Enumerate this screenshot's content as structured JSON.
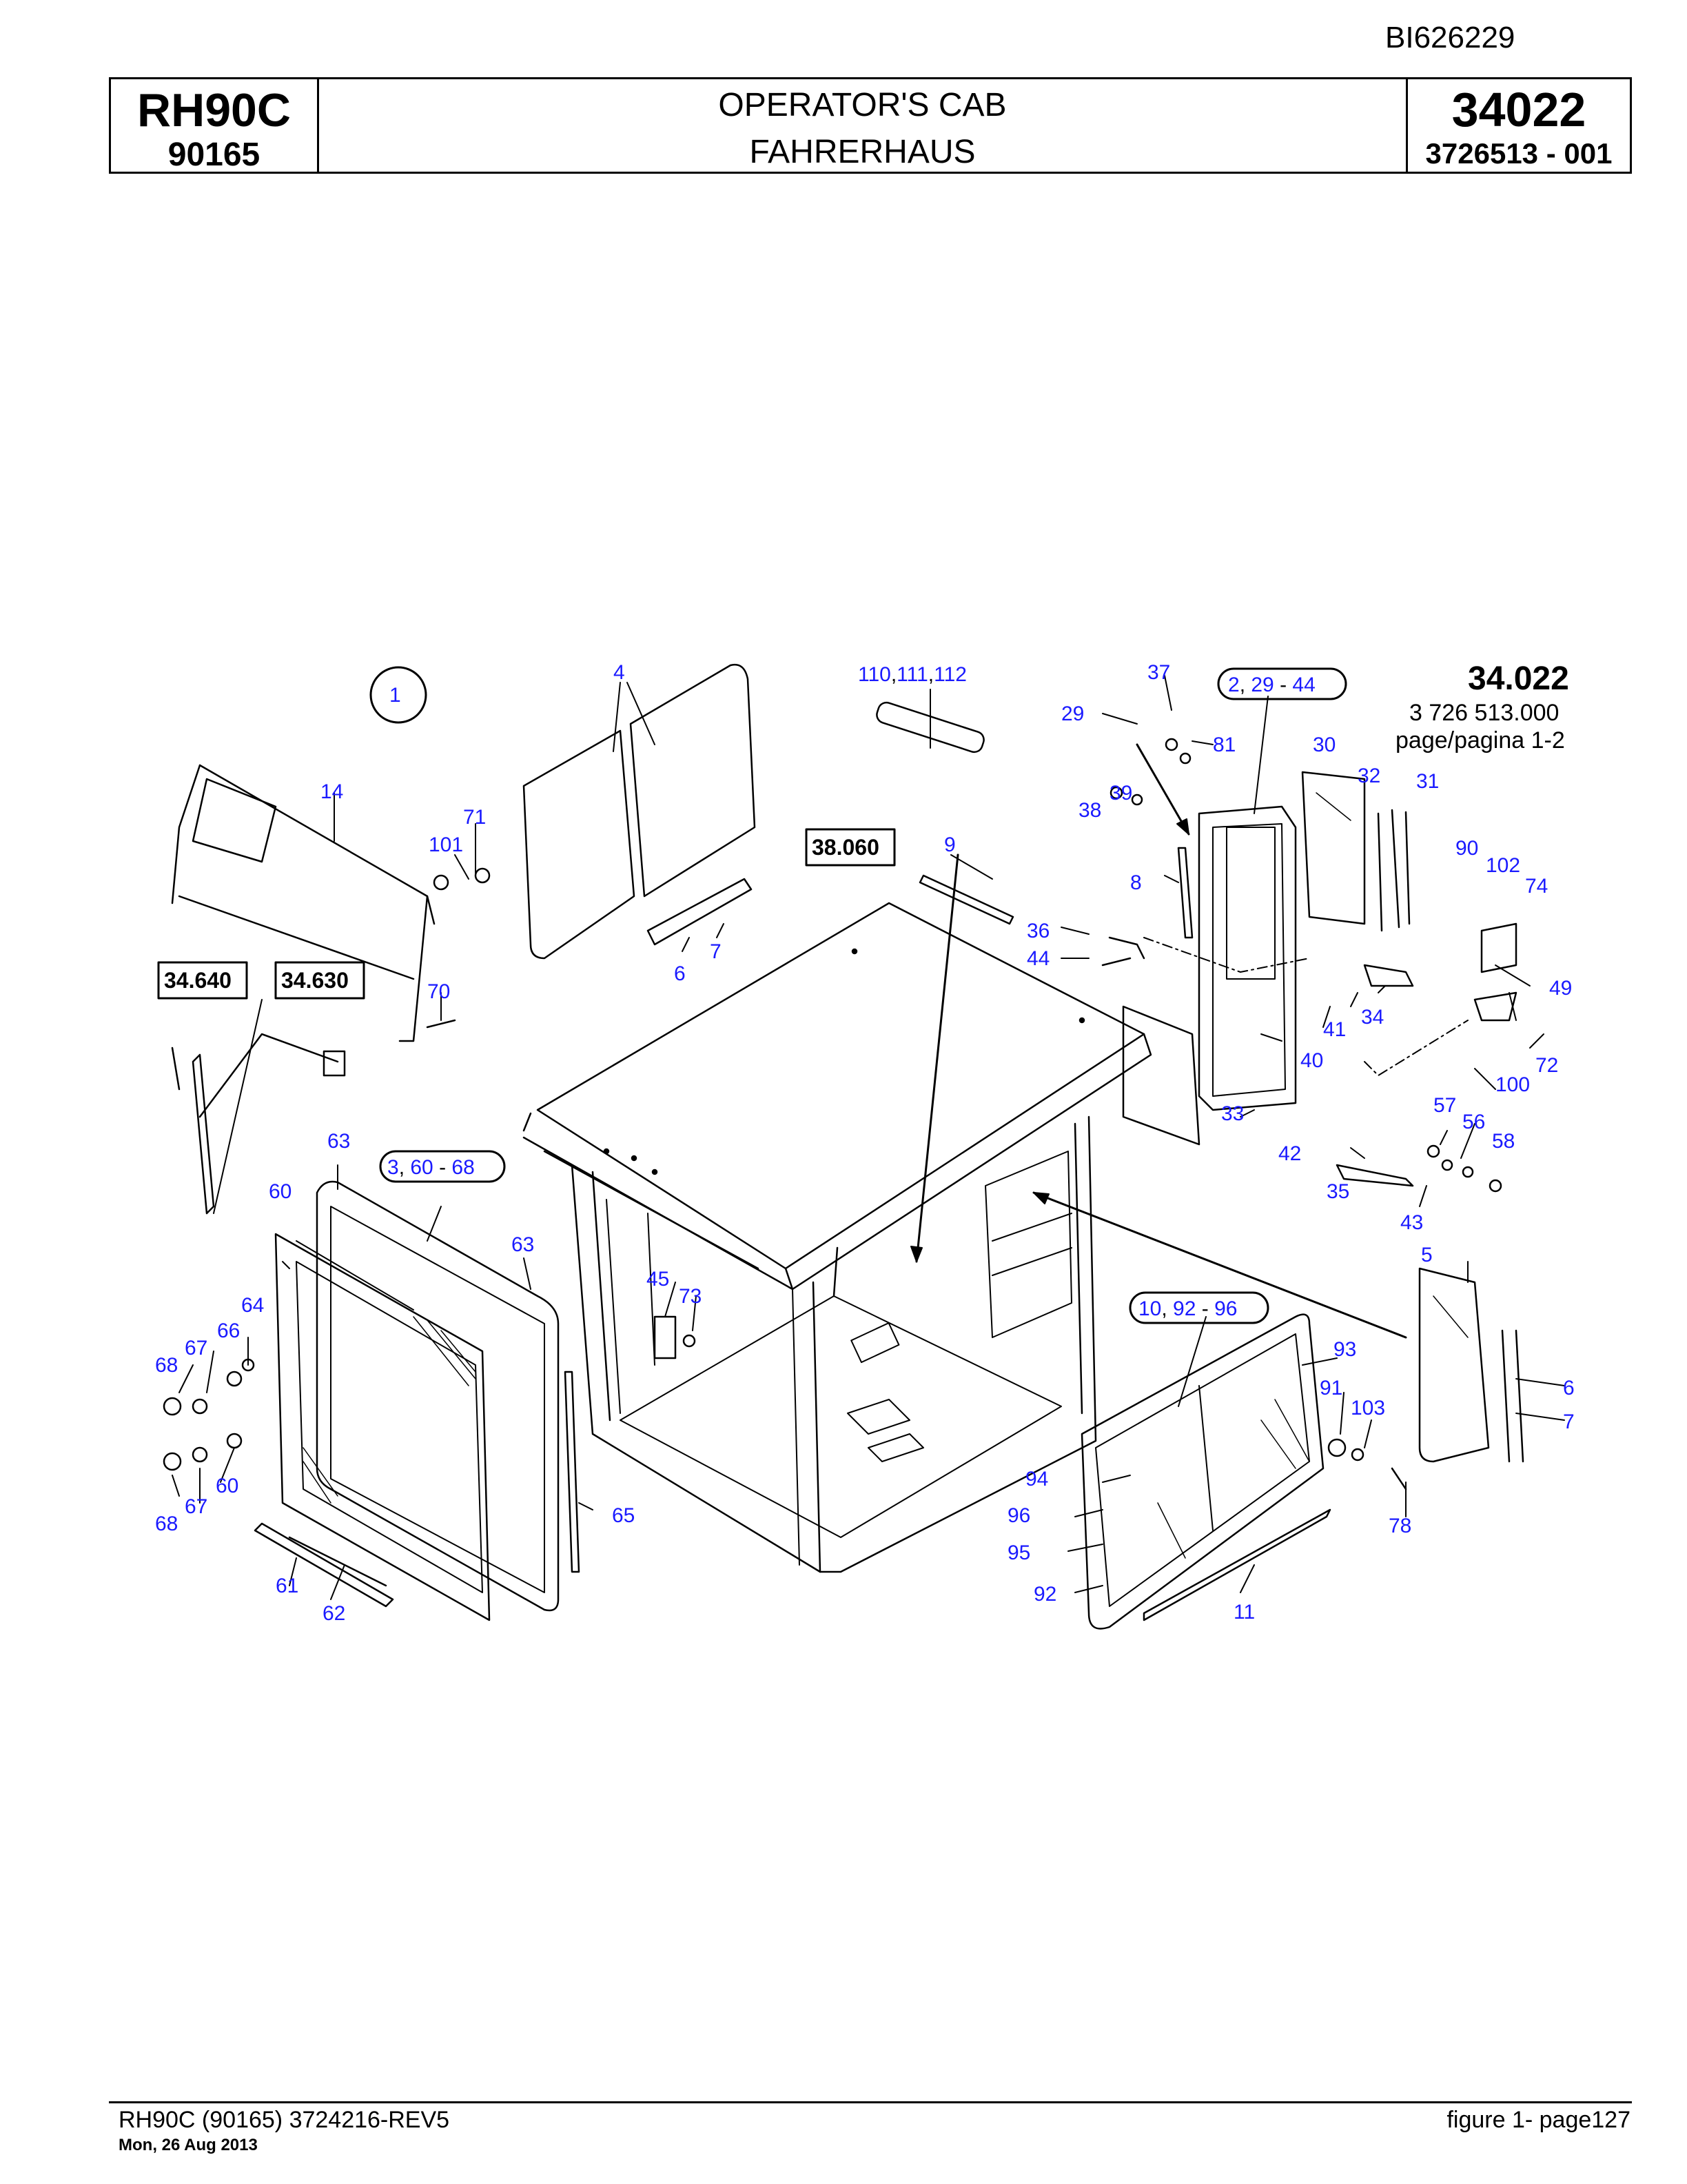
{
  "doc_id": "BI626229",
  "header": {
    "model_name": "RH90C",
    "model_number": "90165",
    "title_en": "OPERATOR'S CAB",
    "title_de": "FAHRERHAUS",
    "fig_number": "34022",
    "part_number": "3726513  - 001"
  },
  "figure_info": {
    "code": "34.022",
    "assembly": "3 726 513.000",
    "page": "page/pagina 1-2"
  },
  "refs": {
    "r38060": "38.060",
    "r34640": "34.640",
    "r34630": "34.630"
  },
  "groups": {
    "g1": {
      "a": "2",
      "b": "29",
      "c": "44"
    },
    "g2": {
      "a": "3",
      "b": "60",
      "c": "68"
    },
    "g3": {
      "a": "10",
      "b": "92",
      "c": "96"
    },
    "g4": {
      "a": "110",
      "b": "111",
      "c": "112"
    }
  },
  "callouts": {
    "c1": "1",
    "c4": "4",
    "c6": "6",
    "c7": "7",
    "c9": "9",
    "c14": "14",
    "c71": "71",
    "c101": "101",
    "c70": "70",
    "c37": "37",
    "c29": "29",
    "c81": "81",
    "c38": "38",
    "c39": "39",
    "c30": "30",
    "c32": "32",
    "c31": "31",
    "c8": "8",
    "c90": "90",
    "c102": "102",
    "c74": "74",
    "c36": "36",
    "c44": "44",
    "c49": "49",
    "c34": "34",
    "c41": "41",
    "c40": "40",
    "c72": "72",
    "c100": "100",
    "c33": "33",
    "c57": "57",
    "c56": "56",
    "c58": "58",
    "c42": "42",
    "c35": "35",
    "c43": "43",
    "c63a": "63",
    "c63b": "63",
    "c60a": "60",
    "c60b": "60",
    "c64": "64",
    "c66": "66",
    "c67a": "67",
    "c67b": "67",
    "c68a": "68",
    "c68b": "68",
    "c45": "45",
    "c73": "73",
    "c61": "61",
    "c62": "62",
    "c65": "65",
    "c5": "5",
    "c6b": "6",
    "c7b": "7",
    "c93": "93",
    "c91": "91",
    "c103": "103",
    "c94": "94",
    "c96": "96",
    "c95": "95",
    "c92": "92",
    "c11": "11",
    "c78": "78"
  },
  "footer": {
    "left": "RH90C (90165) 3724216-REV5",
    "date": "Mon, 26 Aug 2013",
    "right": "figure  1- page127"
  },
  "colors": {
    "callout": "#1a1aff",
    "line": "#000000"
  }
}
